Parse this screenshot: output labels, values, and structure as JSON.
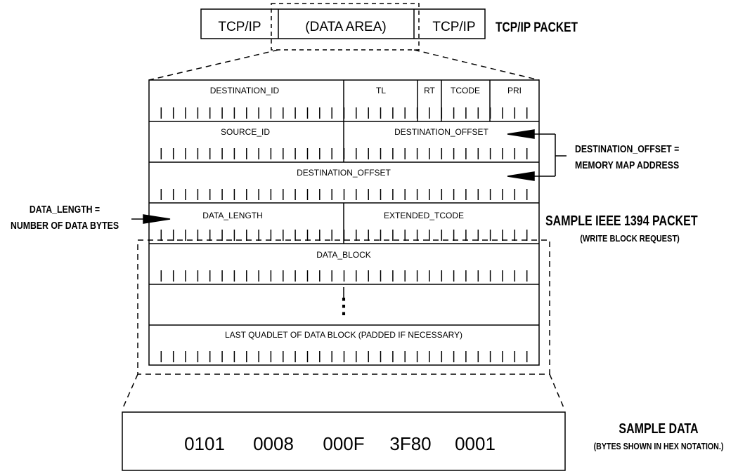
{
  "colors": {
    "line": "#000000",
    "background": "#ffffff"
  },
  "tcp_packet": {
    "left_header": "TCP/IP",
    "data_area": "(DATA AREA)",
    "right_header": "TCP/IP",
    "caption": "TCP/IP PACKET"
  },
  "ieee_packet": {
    "row1": {
      "destination_id": "DESTINATION_ID",
      "tl": "TL",
      "rt": "RT",
      "tcode": "TCODE",
      "pri": "PRI"
    },
    "row2": {
      "source_id": "SOURCE_ID",
      "destination_offset": "DESTINATION_OFFSET"
    },
    "row3": {
      "destination_offset": "DESTINATION_OFFSET"
    },
    "row4": {
      "data_length": "DATA_LENGTH",
      "extended_tcode": "EXTENDED_TCODE"
    },
    "row5": {
      "data_block": "DATA_BLOCK"
    },
    "row6": {
      "ellipsis": "⋮"
    },
    "row7": {
      "last_quadlet": "LAST QUADLET OF DATA BLOCK (PADDED IF NECESSARY)"
    },
    "caption": "SAMPLE IEEE 1394 PACKET",
    "subcaption": "(WRITE BLOCK REQUEST)"
  },
  "annotations": {
    "destination_offset_note_line1": "DESTINATION_OFFSET =",
    "destination_offset_note_line2": "MEMORY MAP ADDRESS",
    "data_length_note_line1": "DATA_LENGTH =",
    "data_length_note_line2": "NUMBER OF DATA BYTES"
  },
  "sample_data": {
    "bytes": [
      "0101",
      "0008",
      "000F",
      "3F80",
      "0001"
    ],
    "caption": "SAMPLE  DATA",
    "subcaption": "(BYTES SHOWN IN HEX NOTATION.)"
  }
}
